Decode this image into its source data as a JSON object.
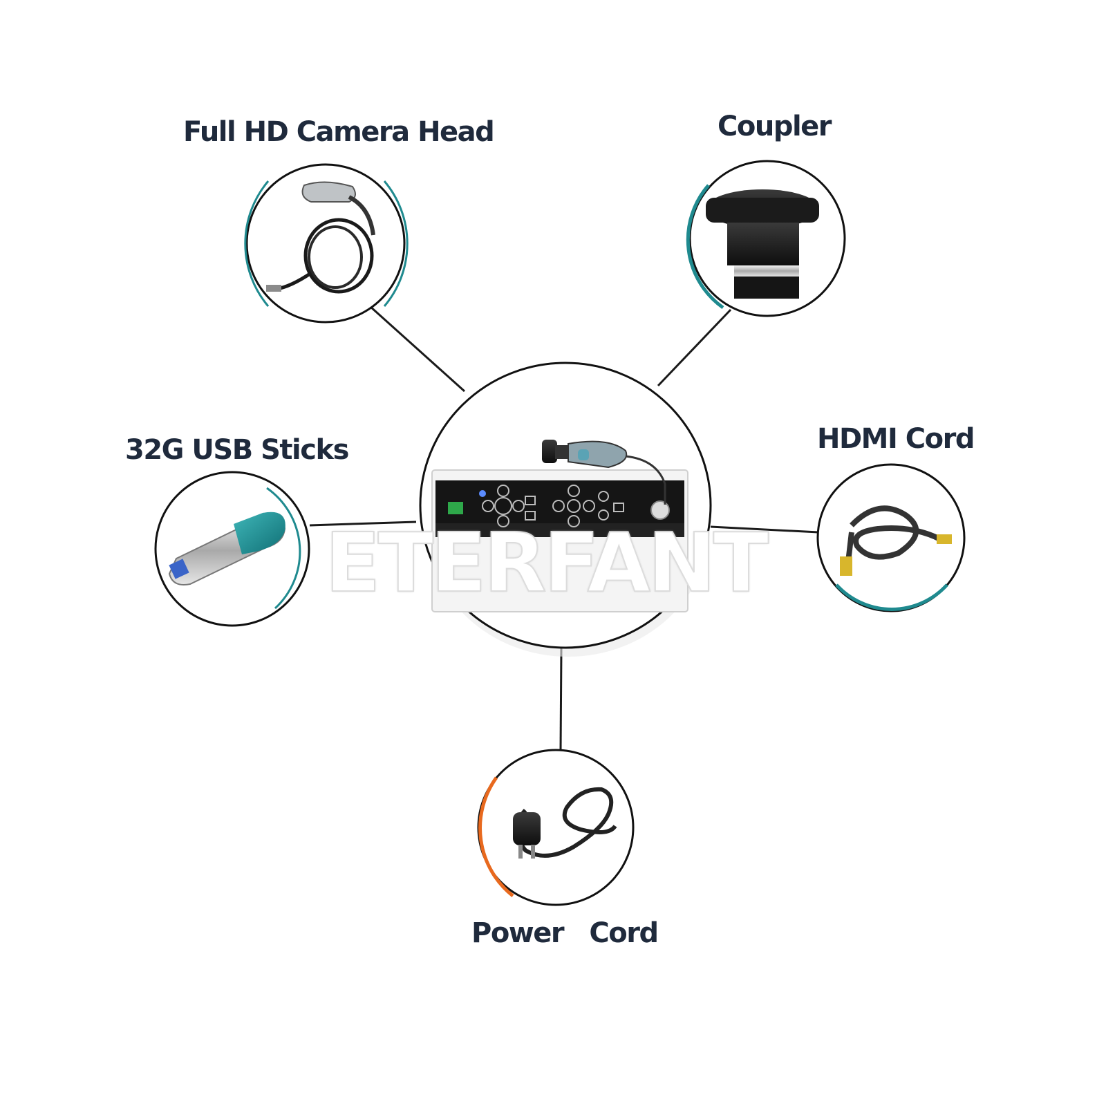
{
  "labels": {
    "camera_head": "Full HD Camera Head",
    "coupler": "Coupler",
    "usb": "32G USB Sticks",
    "hdmi": "HDMI Cord",
    "power": "Power   Cord"
  },
  "watermark": "ETERFANT",
  "colors": {
    "text": "#1f2a3c",
    "teal_accent": "#1f8a8f",
    "orange_accent": "#e8691e",
    "line": "#1a1a1a"
  }
}
